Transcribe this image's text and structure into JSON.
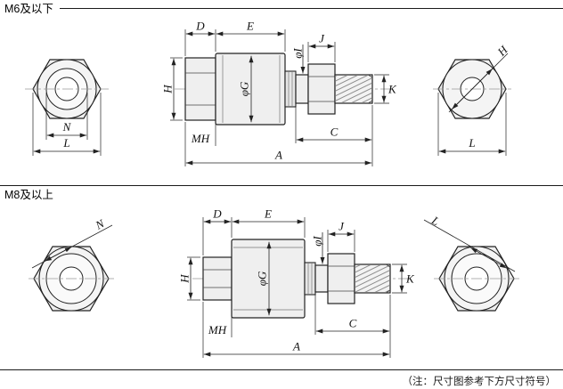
{
  "sections": [
    {
      "title": "M6及以下",
      "labels": {
        "d": "D",
        "e": "E",
        "j": "J",
        "phi_i": "φI",
        "h": "H",
        "phi_g": "φG",
        "k": "K",
        "mh": "MH",
        "c": "C",
        "a": "A",
        "front_n": "N",
        "front_l": "L",
        "end_h": "H",
        "end_l": "L"
      }
    },
    {
      "title": "M8及以上",
      "labels": {
        "d": "D",
        "e": "E",
        "j": "J",
        "phi_i": "φI",
        "h": "H",
        "phi_g": "φG",
        "k": "K",
        "mh": "MH",
        "c": "C",
        "a": "A",
        "front_n": "N",
        "end_l": "L"
      }
    }
  ],
  "note": "（注：尺寸图参考下方尺寸符号）",
  "colors": {
    "line": "#222222",
    "part_fill": "#efefef"
  }
}
